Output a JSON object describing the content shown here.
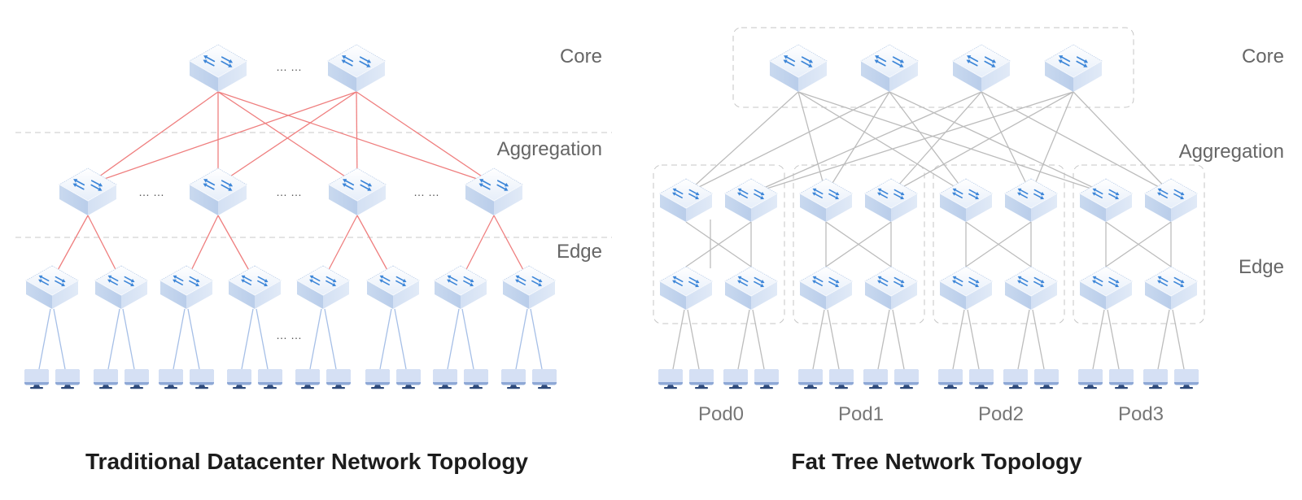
{
  "colors": {
    "traditional_link": "#ef7f7f",
    "traditional_host_link": "#a6bfe7",
    "fat_tree_link": "#bcbcbc",
    "switch_arrow": "#3d86d8"
  },
  "traditional": {
    "title": "Traditional Datacenter Network Topology",
    "layer_labels": {
      "core": "Core",
      "aggregation": "Aggregation",
      "edge": "Edge"
    },
    "ellipsis": "……",
    "nodes": {
      "core": [
        "core-1",
        "core-2"
      ],
      "aggregation": [
        "agg-1",
        "agg-2",
        "agg-3",
        "agg-4"
      ],
      "edge": [
        "edge-1",
        "edge-2",
        "edge-3",
        "edge-4",
        "edge-5",
        "edge-6",
        "edge-7",
        "edge-8"
      ],
      "hosts": [
        "host-1",
        "host-2",
        "host-3",
        "host-4",
        "host-5",
        "host-6",
        "host-7",
        "host-8",
        "host-9",
        "host-10",
        "host-11",
        "host-12",
        "host-13",
        "host-14",
        "host-15",
        "host-16"
      ]
    },
    "links": [
      [
        "core-1",
        "agg-1"
      ],
      [
        "core-1",
        "agg-2"
      ],
      [
        "core-1",
        "agg-3"
      ],
      [
        "core-1",
        "agg-4"
      ],
      [
        "core-2",
        "agg-1"
      ],
      [
        "core-2",
        "agg-2"
      ],
      [
        "core-2",
        "agg-3"
      ],
      [
        "core-2",
        "agg-4"
      ],
      [
        "agg-1",
        "edge-1"
      ],
      [
        "agg-1",
        "edge-2"
      ],
      [
        "agg-2",
        "edge-3"
      ],
      [
        "agg-2",
        "edge-4"
      ],
      [
        "agg-3",
        "edge-5"
      ],
      [
        "agg-3",
        "edge-6"
      ],
      [
        "agg-4",
        "edge-7"
      ],
      [
        "agg-4",
        "edge-8"
      ],
      [
        "edge-1",
        "host-1"
      ],
      [
        "edge-1",
        "host-2"
      ],
      [
        "edge-2",
        "host-3"
      ],
      [
        "edge-2",
        "host-4"
      ],
      [
        "edge-3",
        "host-5"
      ],
      [
        "edge-3",
        "host-6"
      ],
      [
        "edge-4",
        "host-7"
      ],
      [
        "edge-4",
        "host-8"
      ],
      [
        "edge-5",
        "host-9"
      ],
      [
        "edge-5",
        "host-10"
      ],
      [
        "edge-6",
        "host-11"
      ],
      [
        "edge-6",
        "host-12"
      ],
      [
        "edge-7",
        "host-13"
      ],
      [
        "edge-7",
        "host-14"
      ],
      [
        "edge-8",
        "host-15"
      ],
      [
        "edge-8",
        "host-16"
      ]
    ]
  },
  "fat_tree": {
    "title": "Fat Tree Network Topology",
    "layer_labels": {
      "core": "Core",
      "aggregation": "Aggregation",
      "edge": "Edge"
    },
    "core": [
      "core-1",
      "core-2",
      "core-3",
      "core-4"
    ],
    "pods": [
      {
        "label": "Pod0",
        "aggregation": [
          "p0-agg-1",
          "p0-agg-2"
        ],
        "edge": [
          "p0-edge-1",
          "p0-edge-2"
        ],
        "hosts": [
          "p0-host-1",
          "p0-host-2",
          "p0-host-3",
          "p0-host-4"
        ]
      },
      {
        "label": "Pod1",
        "aggregation": [
          "p1-agg-1",
          "p1-agg-2"
        ],
        "edge": [
          "p1-edge-1",
          "p1-edge-2"
        ],
        "hosts": [
          "p1-host-1",
          "p1-host-2",
          "p1-host-3",
          "p1-host-4"
        ]
      },
      {
        "label": "Pod2",
        "aggregation": [
          "p2-agg-1",
          "p2-agg-2"
        ],
        "edge": [
          "p2-edge-1",
          "p2-edge-2"
        ],
        "hosts": [
          "p2-host-1",
          "p2-host-2",
          "p2-host-3",
          "p2-host-4"
        ]
      },
      {
        "label": "Pod3",
        "aggregation": [
          "p3-agg-1",
          "p3-agg-2"
        ],
        "edge": [
          "p3-edge-1",
          "p3-edge-2"
        ],
        "hosts": [
          "p3-host-1",
          "p3-host-2",
          "p3-host-3",
          "p3-host-4"
        ]
      }
    ],
    "links": [
      [
        "core-1",
        "p0-agg-1"
      ],
      [
        "core-1",
        "p1-agg-1"
      ],
      [
        "core-1",
        "p2-agg-1"
      ],
      [
        "core-1",
        "p3-agg-1"
      ],
      [
        "core-2",
        "p0-agg-1"
      ],
      [
        "core-2",
        "p1-agg-1"
      ],
      [
        "core-2",
        "p2-agg-1"
      ],
      [
        "core-2",
        "p3-agg-1"
      ],
      [
        "core-3",
        "p0-agg-2"
      ],
      [
        "core-3",
        "p1-agg-2"
      ],
      [
        "core-3",
        "p2-agg-2"
      ],
      [
        "core-3",
        "p3-agg-2"
      ],
      [
        "core-4",
        "p0-agg-2"
      ],
      [
        "core-4",
        "p1-agg-2"
      ],
      [
        "core-4",
        "p2-agg-2"
      ],
      [
        "core-4",
        "p3-agg-2"
      ],
      [
        "p0-agg-1",
        "p0-edge-1"
      ],
      [
        "p0-agg-1",
        "p0-edge-2"
      ],
      [
        "p0-agg-2",
        "p0-edge-1"
      ],
      [
        "p0-agg-2",
        "p0-edge-2"
      ],
      [
        "p1-agg-1",
        "p1-edge-1"
      ],
      [
        "p1-agg-1",
        "p1-edge-2"
      ],
      [
        "p1-agg-2",
        "p1-edge-1"
      ],
      [
        "p1-agg-2",
        "p1-edge-2"
      ],
      [
        "p2-agg-1",
        "p2-edge-1"
      ],
      [
        "p2-agg-1",
        "p2-edge-2"
      ],
      [
        "p2-agg-2",
        "p2-edge-1"
      ],
      [
        "p2-agg-2",
        "p2-edge-2"
      ],
      [
        "p3-agg-1",
        "p3-edge-1"
      ],
      [
        "p3-agg-1",
        "p3-edge-2"
      ],
      [
        "p3-agg-2",
        "p3-edge-1"
      ],
      [
        "p3-agg-2",
        "p3-edge-2"
      ],
      [
        "p0-edge-1",
        "p0-host-1"
      ],
      [
        "p0-edge-1",
        "p0-host-2"
      ],
      [
        "p0-edge-2",
        "p0-host-3"
      ],
      [
        "p0-edge-2",
        "p0-host-4"
      ],
      [
        "p1-edge-1",
        "p1-host-1"
      ],
      [
        "p1-edge-1",
        "p1-host-2"
      ],
      [
        "p1-edge-2",
        "p1-host-3"
      ],
      [
        "p1-edge-2",
        "p1-host-4"
      ],
      [
        "p2-edge-1",
        "p2-host-1"
      ],
      [
        "p2-edge-1",
        "p2-host-2"
      ],
      [
        "p2-edge-2",
        "p2-host-3"
      ],
      [
        "p2-edge-2",
        "p2-host-4"
      ],
      [
        "p3-edge-1",
        "p3-host-1"
      ],
      [
        "p3-edge-1",
        "p3-host-2"
      ],
      [
        "p3-edge-2",
        "p3-host-3"
      ],
      [
        "p3-edge-2",
        "p3-host-4"
      ]
    ]
  }
}
